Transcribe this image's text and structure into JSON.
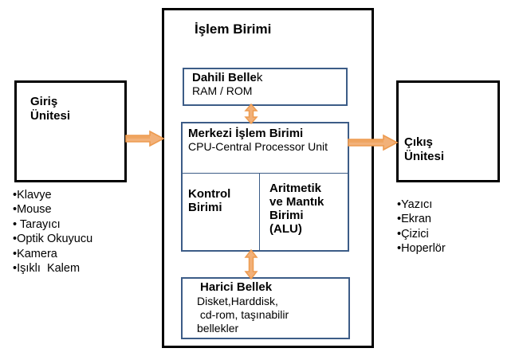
{
  "diagram": {
    "title": "İşlem Birimi",
    "input_unit": {
      "label": "Giriş\nÜnitesi",
      "devices": "•Klavye\n•Mouse\n• Tarayıcı\n•Optik Okuyucu\n•Kamera\n•Işıklı  Kalem"
    },
    "output_unit": {
      "label": "Çıkış\nÜnitesi",
      "devices": "•Yazıcı\n•Ekran\n•Çizici\n•Hoperlör"
    },
    "internal_memory": {
      "title_bold": "Dahili Belle",
      "title_tail": "k",
      "subtitle": "RAM / ROM"
    },
    "cpu": {
      "title": "Merkezi İşlem Birimi",
      "subtitle": "CPU-Central Processor Unit",
      "control_unit": "Kontrol\nBirimi",
      "alu": "Aritmetik\nve Mantık\nBirimi\n(ALU)"
    },
    "external_memory": {
      "title": "Harici Bellek",
      "description": "Disket,Harddisk,\n cd-rom, taşınabilir\nbellekler"
    },
    "arrows": {
      "input_to_processing": "arrow-right",
      "processing_to_output": "arrow-right",
      "memory_cpu": "arrow-up-down",
      "cpu_external_memory": "arrow-up-down"
    },
    "colors": {
      "arrow": "#ED9B50",
      "arrow_light": "#F7C79B",
      "inner_border": "#3C5C87",
      "outer_border": "#000000",
      "background": "#FFFFFF"
    }
  }
}
